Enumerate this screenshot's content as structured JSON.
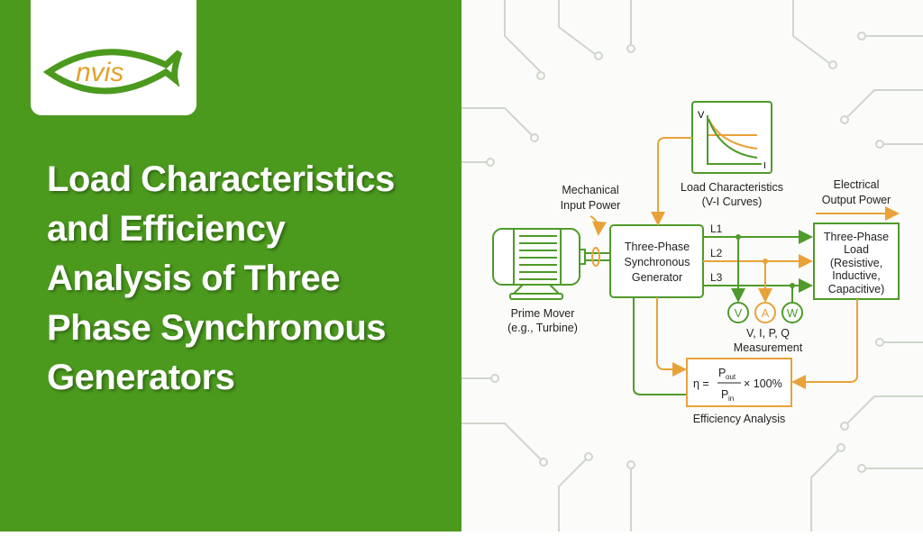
{
  "logo": {
    "text": "nvis"
  },
  "title": {
    "lines": [
      "Load Characteristics",
      "and Efficiency",
      "Analysis of Three",
      "Phase Synchronous",
      "Generators"
    ]
  },
  "diagram": {
    "graph": {
      "y_axis": "V",
      "x_axis": "I"
    },
    "load_characteristics": [
      "Load Characteristics",
      "(V-I Curves)"
    ],
    "mechanical_input": [
      "Mechanical",
      "Input Power"
    ],
    "electrical_output": [
      "Electrical",
      "Output Power"
    ],
    "prime_mover": [
      "Prime Mover",
      "(e.g., Turbine)"
    ],
    "generator": [
      "Three-Phase",
      "Synchronous",
      "Generator"
    ],
    "lines": [
      "L1",
      "L2",
      "L3"
    ],
    "load": [
      "Three-Phase",
      "Load",
      "(Resistive,",
      "Inductive,",
      "Capacitive)"
    ],
    "meters": [
      "V",
      "A",
      "W"
    ],
    "measurement": [
      "V, I, P, Q",
      "Measurement"
    ],
    "efficiency": {
      "eta": "η =",
      "num": "P",
      "num_sub": "out",
      "den": "P",
      "den_sub": "in",
      "suffix": "× 100%"
    },
    "efficiency_label": "Efficiency Analysis"
  },
  "colors": {
    "green": "#4b9a1e",
    "diagram_green": "#4f9a2a",
    "orange": "#e8a23a",
    "white": "#ffffff"
  }
}
